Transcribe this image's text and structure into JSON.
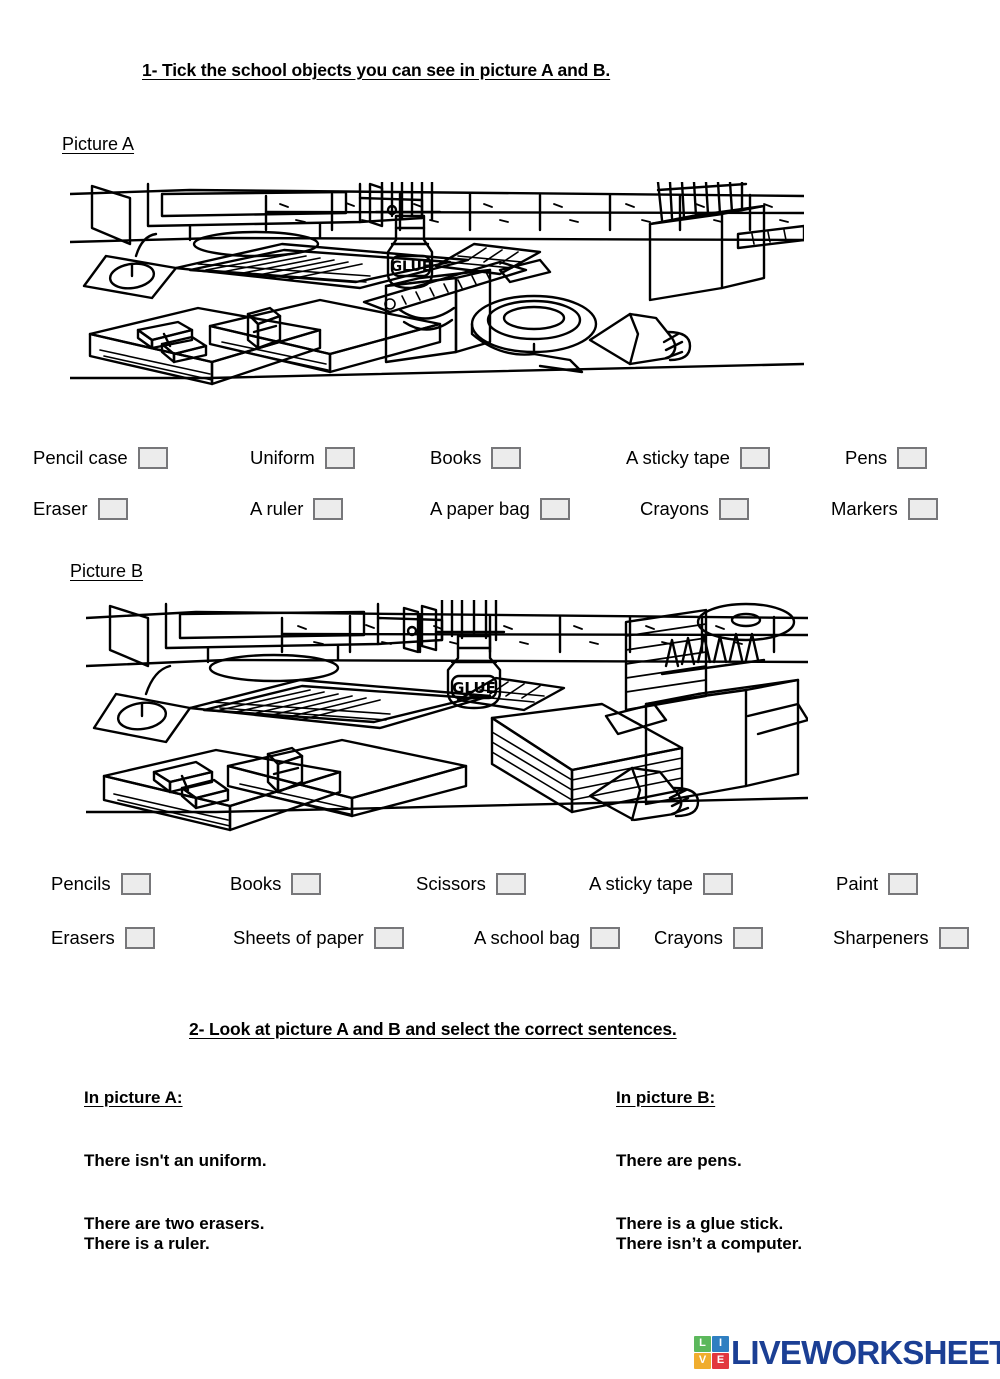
{
  "task1": {
    "title": "1- Tick the school objects you can see in picture A and B.",
    "picture_a_label": "Picture A",
    "picture_b_label": "Picture B",
    "picture_a_options": [
      {
        "label": "Pencil case",
        "checked": false
      },
      {
        "label": "Uniform",
        "checked": false
      },
      {
        "label": "Books",
        "checked": false
      },
      {
        "label": "A sticky tape",
        "checked": false
      },
      {
        "label": "Pens",
        "checked": false
      },
      {
        "label": "Eraser",
        "checked": false
      },
      {
        "label": "A ruler",
        "checked": false
      },
      {
        "label": "A paper bag",
        "checked": false
      },
      {
        "label": "Crayons",
        "checked": false
      },
      {
        "label": "Markers",
        "checked": false
      }
    ],
    "picture_b_options": [
      {
        "label": "Pencils",
        "checked": false
      },
      {
        "label": "Books",
        "checked": false
      },
      {
        "label": "Scissors",
        "checked": false
      },
      {
        "label": "A sticky tape",
        "checked": false
      },
      {
        "label": "Paint",
        "checked": false
      },
      {
        "label": "Erasers",
        "checked": false
      },
      {
        "label": "Sheets of paper",
        "checked": false
      },
      {
        "label": "A school bag",
        "checked": false
      },
      {
        "label": "Crayons",
        "checked": false
      },
      {
        "label": "Sharpeners",
        "checked": false
      }
    ],
    "illustration_a": {
      "caption_text": "GLUE",
      "objects": [
        "computer monitor",
        "keyboard",
        "mouse",
        "mouse pad",
        "books",
        "erasers",
        "glue bottle",
        "pencil holder",
        "paper bag",
        "ruler",
        "box of pens",
        "sticky tape roll",
        "paint tube"
      ]
    },
    "illustration_b": {
      "caption_text": "GLUE",
      "objects": [
        "computer monitor",
        "keyboard",
        "mouse",
        "mouse pad",
        "books",
        "erasers",
        "glue bottle",
        "stack of paper sheets",
        "box of colored pencils",
        "paint tube"
      ]
    }
  },
  "task2": {
    "title": "2-  Look at  picture A and B and select the correct sentences.",
    "column_a": {
      "heading": "In picture A:",
      "sentences": [
        "There isn't an uniform.",
        "There are two erasers.",
        "There is a ruler."
      ]
    },
    "column_b": {
      "heading": "In picture B:",
      "sentences": [
        "There are pens.",
        "There is a glue stick.",
        "There isn’t  a computer."
      ]
    }
  },
  "footer": {
    "logo_tiles": [
      "LI",
      "VE"
    ],
    "logo_tile_letters": [
      "L",
      "I",
      "V",
      "E"
    ],
    "brand": "LIVEWORKSHEETS",
    "colors": {
      "brand_blue": "#1b3f94",
      "tile_green": "#5cb85c",
      "tile_blue": "#2f7fc1",
      "tile_yellow": "#f0ad2e",
      "tile_red": "#e2383f",
      "checkbox_fill": "#ececec",
      "checkbox_border": "#77777a"
    }
  }
}
